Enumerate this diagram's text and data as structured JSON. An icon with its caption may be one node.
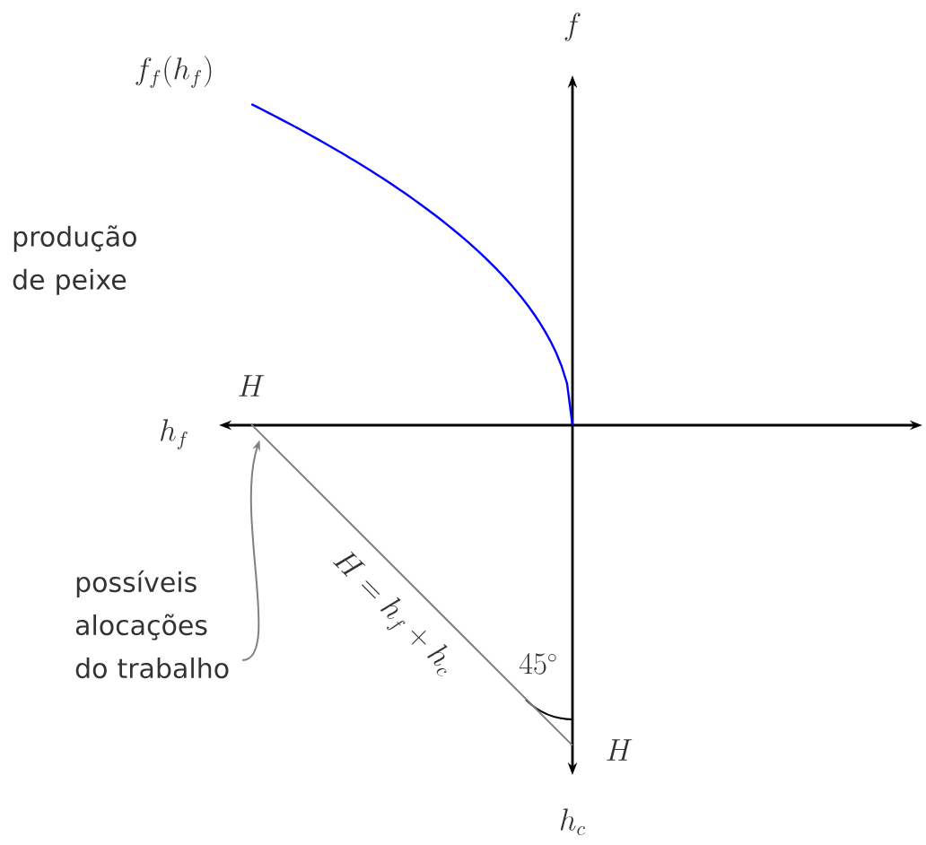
{
  "diagram": {
    "nodes": [
      {
        "text": [
          "possíveis alocações do trabalho"
        ]
      },
      {
        "text": [],
        "shape": "line"
      }
    ],
    "edges": [
      {
        "from": 0,
        "to": 1,
        "arrow": "to"
      }
    ],
    "labels": [
      "f_f(h_f)",
      "f",
      "produção de peixe",
      "H",
      "h_f",
      "H = h_f + h_c",
      "45^\\circ",
      "H",
      "h_c"
    ]
  }
}
